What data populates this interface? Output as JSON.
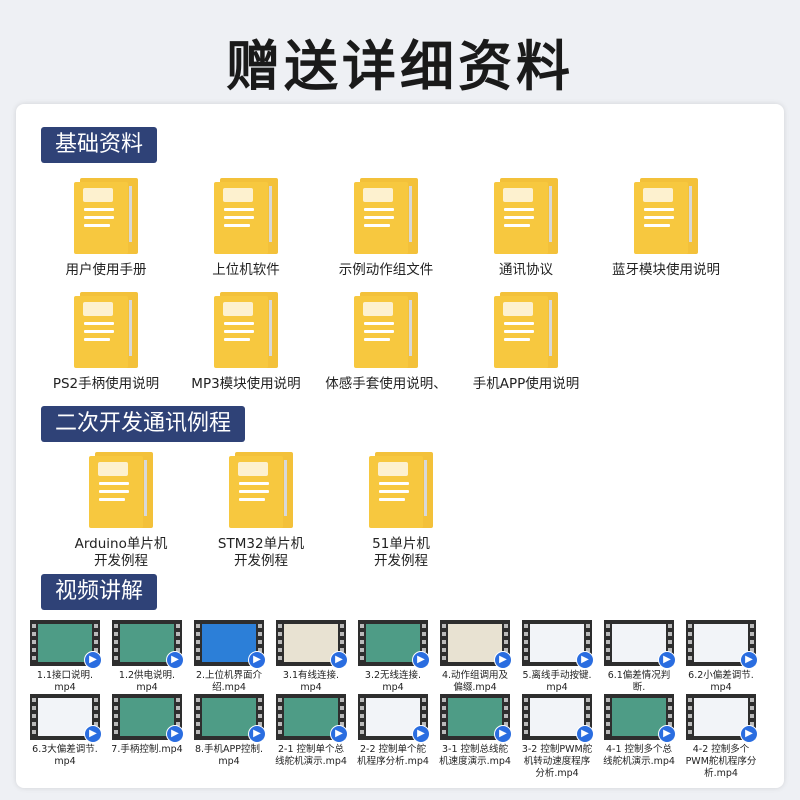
{
  "title": "赠送详细资料",
  "sections": {
    "basic": "基础资料",
    "dev": "二次开发通讯例程",
    "video": "视频讲解"
  },
  "basic_files": [
    "用户使用手册",
    "上位机软件",
    "示例动作组文件",
    "通讯协议",
    "蓝牙模块使用说明",
    "PS2手柄使用说明",
    "MP3模块使用说明",
    "体感手套使用说明、",
    "手机APP使用说明"
  ],
  "dev_files": [
    "Arduino单片机\n开发例程",
    "STM32单片机\n开发例程",
    "51单片机\n开发例程"
  ],
  "videos_row1": [
    {
      "label": "1.1接口说明.\nmp4",
      "color": "#4e9c86"
    },
    {
      "label": "1.2供电说明.\nmp4",
      "color": "#4e9c86"
    },
    {
      "label": "2.上位机界面介\n绍.mp4",
      "color": "#2c7fd8"
    },
    {
      "label": "3.1有线连接.\nmp4",
      "color": "#e8e2d2"
    },
    {
      "label": "3.2无线连接.\nmp4",
      "color": "#4e9c86"
    },
    {
      "label": "4.动作组调用及\n偏缀.mp4",
      "color": "#e8e2d2"
    },
    {
      "label": "5.离线手动按键.\nmp4",
      "color": "#f2f4f8"
    },
    {
      "label": "6.1偏差情况判断.\nmp4",
      "color": "#f2f4f8"
    },
    {
      "label": "6.2小偏差调节.\nmp4",
      "color": "#f2f4f8"
    }
  ],
  "videos_row2": [
    {
      "label": "6.3大偏差调节.\nmp4",
      "color": "#f2f4f8"
    },
    {
      "label": "7.手柄控制.mp4",
      "color": "#4e9c86"
    },
    {
      "label": "8.手机APP控制.\nmp4",
      "color": "#4e9c86"
    },
    {
      "label": "2-1 控制单个总\n线舵机演示.mp4",
      "color": "#4e9c86"
    },
    {
      "label": "2-2 控制单个舵\n机程序分析.mp4",
      "color": "#f2f4f8"
    },
    {
      "label": "3-1 控制总线舵\n机速度演示.mp4",
      "color": "#4e9c86"
    },
    {
      "label": "3-2 控制PWM舵\n机转动速度程序\n分析.mp4",
      "color": "#f2f4f8"
    },
    {
      "label": "4-1 控制多个总\n线舵机演示.mp4",
      "color": "#4e9c86"
    },
    {
      "label": "4-2 控制多个\nPWM舵机程序分\n析.mp4",
      "color": "#f2f4f8"
    }
  ]
}
